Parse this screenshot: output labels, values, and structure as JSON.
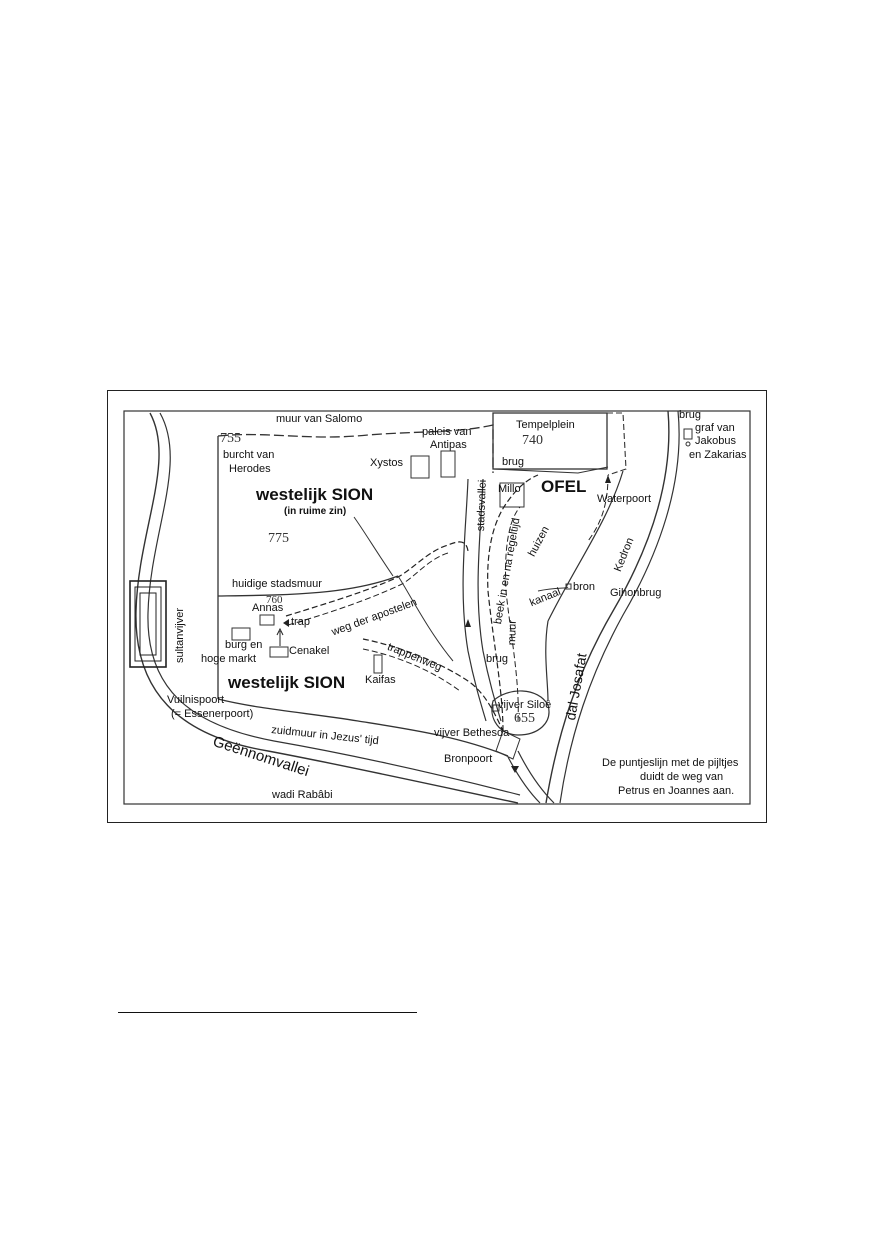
{
  "map": {
    "labels": {
      "muur_van_salomo": "muur van Salomo",
      "tempelplein": "Tempelplein",
      "brug_top": "brug",
      "graf_van_line1": "graf van",
      "graf_van_line2": "Jakobus",
      "graf_van_line3": "en Zakarias",
      "paleis_line1": "paleis van",
      "paleis_line2": "Antipas",
      "burcht_line1": "burcht van",
      "burcht_line2": "Herodes",
      "xystos": "Xystos",
      "brug_tempel": "brug",
      "millo": "Millo",
      "ofel": "OFEL",
      "waterpoort": "Waterpoort",
      "westelijk_sion_top": "westelijk SION",
      "in_ruime_zin": "(in ruime zin)",
      "stadsvallei": "stadsvallei",
      "beek": "beek in en na regeltijd",
      "huizen": "huizen",
      "kedron": "Kedron",
      "huidige_stadsmuur": "huidige stadsmuur",
      "weg_der_apostelen": "weg der apostelen",
      "kanaal": "kanaal",
      "bron": "bron",
      "gihonbrug": "Gihonbrug",
      "annas": "Annas",
      "trap": "trap",
      "sultanvijver": "sultanvijver",
      "burg_line1": "burg en",
      "burg_line2": "hoge markt",
      "cenakel": "Cenakel",
      "trappenweg": "trappenweg",
      "muur": "muur",
      "brug_lower": "brug",
      "dal_josafat": "dal Josafat",
      "westelijk_sion_bottom": "westelijk SION",
      "kaifas": "Kaifas",
      "vuilnispoort_line1": "Vuilnispoort",
      "vuilnispoort_line2": "(= Essenerpoort)",
      "vijver_siloe": "vijver Siloë",
      "zuidmuur": "zuidmuur in Jezus' tijd",
      "vijver_bethesda": "vijver Bethesda",
      "geennomvallei": "Geënnomvallei",
      "bronpoort": "Bronpoort",
      "wadi": "wadi Rabâbi",
      "note_line1": "De puntjeslijn met de pijltjes",
      "note_line2": "duidt de weg van",
      "note_line3": "Petrus en Joannes aan."
    },
    "elevations": {
      "e755": "755",
      "e740": "740",
      "e775": "775",
      "e760": "760",
      "e655": "655"
    }
  }
}
